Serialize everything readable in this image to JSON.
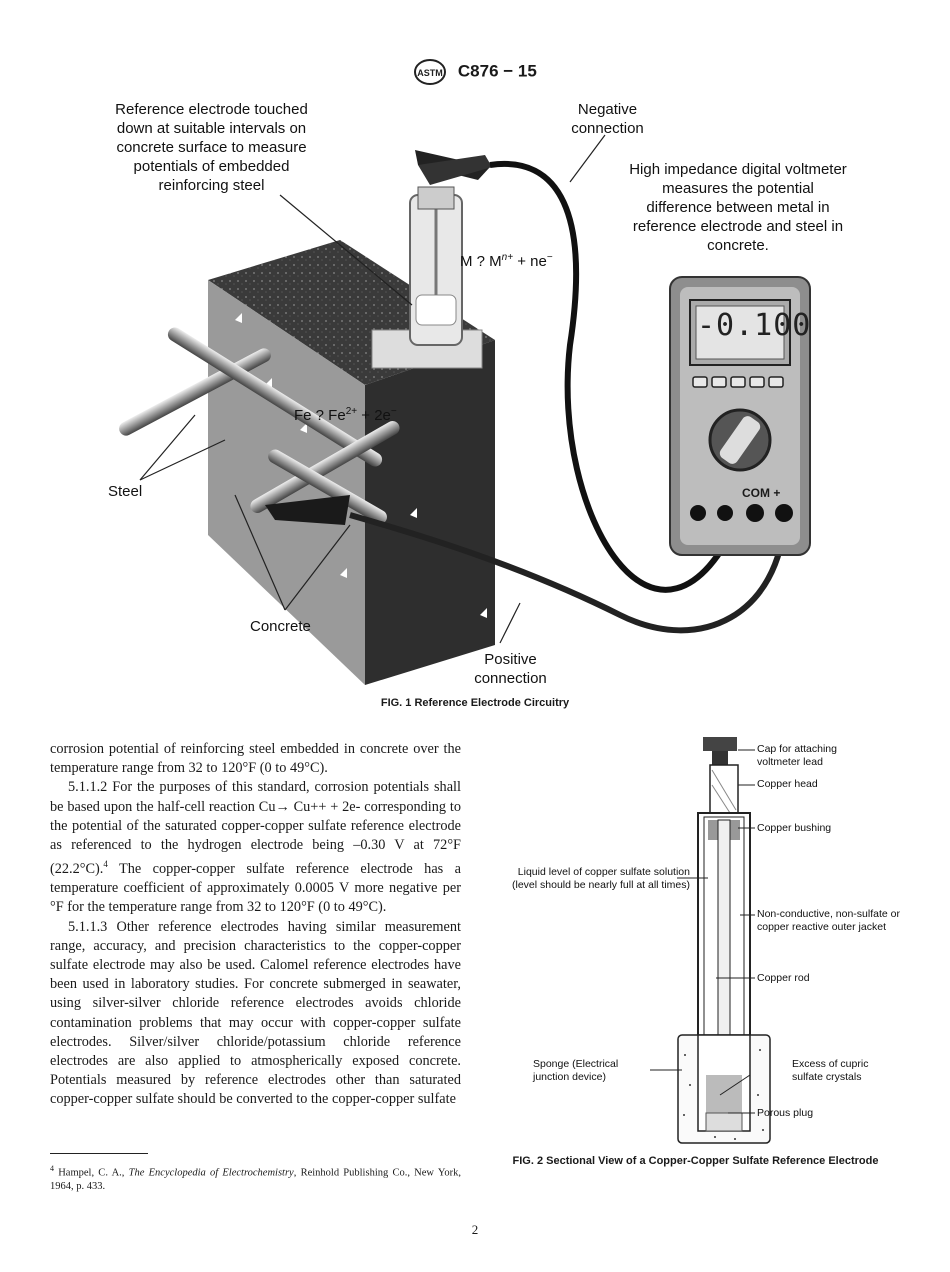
{
  "header": {
    "standard": "C876 − 15"
  },
  "fig1": {
    "label_reference": "Reference electrode touched down at suitable intervals on concrete surface to measure potentials of embedded reinforcing steel",
    "label_negative": "Negative connection",
    "label_voltmeter": "High impedance digital voltmeter measures the potential difference between metal in reference electrode and steel in concrete.",
    "eq_metal": "M ? M",
    "eq_metal_sup": "n+",
    "eq_metal_rest": " + ne",
    "eq_metal_sup2": "−",
    "eq_iron": "Fe ?  Fe",
    "eq_iron_sup": "2+",
    "eq_iron_rest": " + 2e",
    "eq_iron_sup2": "−",
    "display": "-0.100",
    "meter_com": "COM +",
    "label_steel": "Steel",
    "label_concrete": "Concrete",
    "label_positive": "Positive connection",
    "caption": "FIG. 1 Reference Electrode Circuitry"
  },
  "body": {
    "p1": "corrosion potential of reinforcing steel embedded in concrete over the temperature range from 32 to 120°F (0 to 49°C).",
    "p2a": "5.1.1.2 For the purposes of this standard, corrosion potentials shall be based upon the half-cell reaction Cu→ Cu++ + 2e- corresponding to the potential of the saturated copper-copper sulfate reference electrode as referenced to the hydrogen electrode being –0.30 V at 72°F (22.2°C).",
    "p2sup": "4",
    "p2b": " The copper-copper sulfate reference electrode has a temperature coefficient of approximately 0.0005 V more negative per °F for the temperature range from 32 to 120°F (0 to 49°C).",
    "p3": "5.1.1.3 Other reference electrodes having similar measurement range, accuracy, and precision characteristics to the copper-copper sulfate electrode may also be used. Calomel reference electrodes have been used in laboratory studies. For concrete submerged in seawater, using silver-silver chloride reference electrodes avoids chloride contamination problems that may occur with copper-copper sulfate electrodes. Silver/silver chloride/potassium chloride reference electrodes are also applied to atmospherically exposed concrete. Potentials measured by reference electrodes other than saturated copper-copper sulfate should be converted to the copper-copper sulfate"
  },
  "footnote": {
    "num": "4",
    "pre": " Hampel, C. A., ",
    "title": "The Encyclopedia of Electrochemistry",
    "post": ", Reinhold Publishing Co., New York, 1964, p. 433."
  },
  "fig2": {
    "cap": "Cap for attaching voltmeter lead",
    "head": "Copper head",
    "bushing": "Copper bushing",
    "liquid": "Liquid level of copper sulfate solution (level should be nearly full at all times)",
    "jacket": "Non-conductive, non-sulfate or copper reactive outer jacket",
    "rod": "Copper rod",
    "sponge": "Sponge (Electrical junction device)",
    "crystals": "Excess of cupric sulfate crystals",
    "plug": "Porous plug",
    "caption": "FIG. 2 Sectional View of a Copper-Copper Sulfate Reference Electrode"
  },
  "page": {
    "number": "2"
  }
}
